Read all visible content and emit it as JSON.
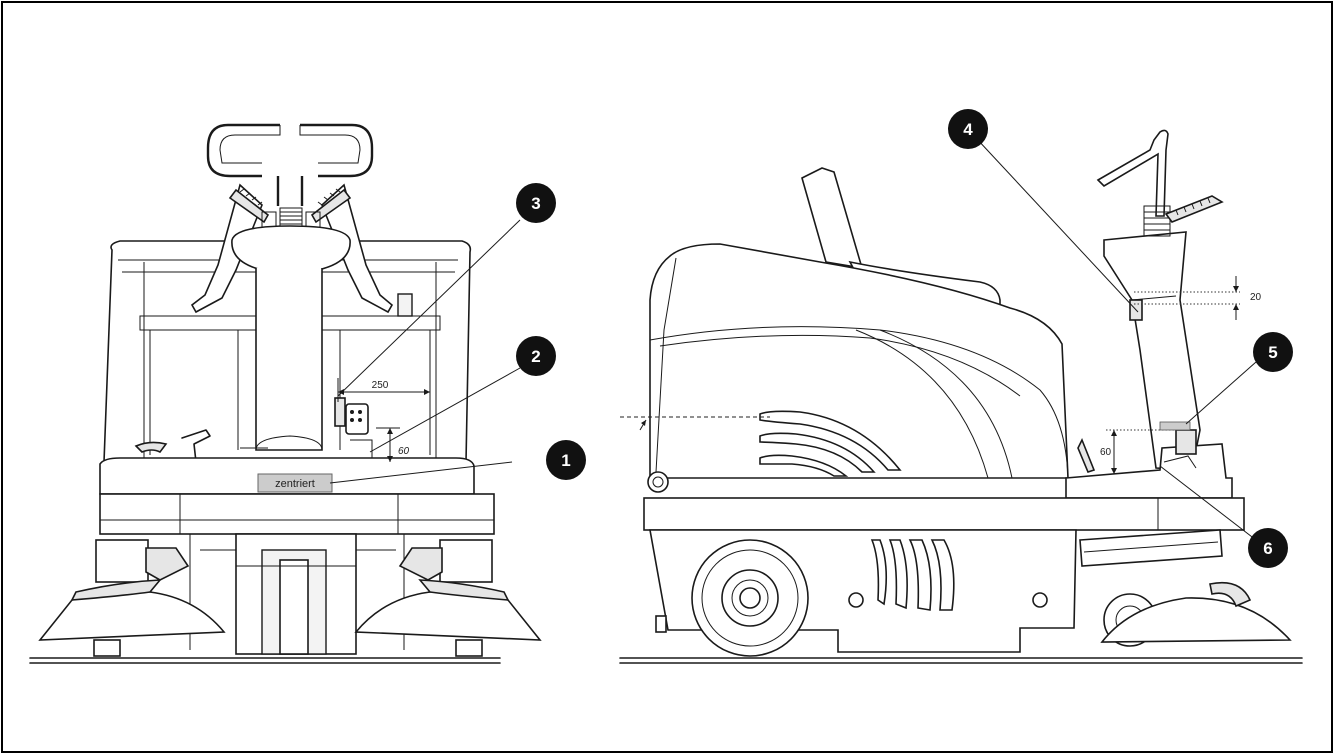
{
  "colors": {
    "line": "#1a1a1a",
    "callout_fill": "#111111",
    "callout_text": "#ffffff",
    "label_fill": "#cccccc",
    "background": "#ffffff"
  },
  "front_view": {
    "label_zentriert": "zentriert",
    "dim_width": "250",
    "dim_height": "60"
  },
  "side_view": {
    "dim_height": "60",
    "dim_gap": "20"
  },
  "callouts": [
    "1",
    "2",
    "3",
    "4",
    "5",
    "6"
  ]
}
